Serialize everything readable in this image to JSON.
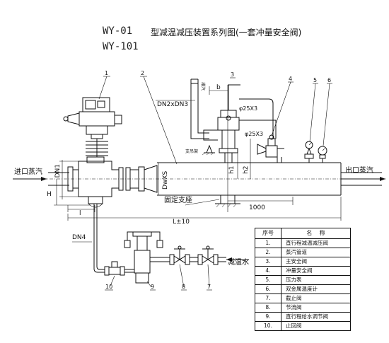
{
  "title": {
    "model_a": "WY-01",
    "model_b": "WY-101",
    "name": "型减温减压装置系列图(一套冲量安全阀)"
  },
  "flows": {
    "inlet": "进口蒸汽",
    "outlet": "出口蒸汽",
    "water": "减温水"
  },
  "dimensions": {
    "dn1": "DN1",
    "dn2dn3": "DN2xDN3",
    "dn4": "DN4",
    "dwxs": "DwXS",
    "h": "H",
    "h1": "h1",
    "h2": "h2",
    "b": "b",
    "l_small": "l",
    "length": "L±10",
    "len_1000": "1000",
    "pipe_a": "φ25X3",
    "pipe_b": "φ25X3",
    "fixed_support": "固定支座",
    "support_frame": "支吊架",
    "tiny_vertical": "排汽"
  },
  "callouts": [
    "1",
    "2",
    "3",
    "4",
    "5",
    "6",
    "7",
    "8",
    "9",
    "10"
  ],
  "parts_table": {
    "headers": [
      "序号",
      "名    称"
    ],
    "rows": [
      {
        "no": "1.",
        "name": "直行程减温减压阀"
      },
      {
        "no": "2.",
        "name": "蒸汽管道"
      },
      {
        "no": "3.",
        "name": "主安全阀"
      },
      {
        "no": "4.",
        "name": "冲量安全阀"
      },
      {
        "no": "5.",
        "name": "压力表"
      },
      {
        "no": "6.",
        "name": "双金属温度计"
      },
      {
        "no": "7.",
        "name": "截止阀"
      },
      {
        "no": "8.",
        "name": "节流阀"
      },
      {
        "no": "9.",
        "name": "直行程给水调节阀"
      },
      {
        "no": "10.",
        "name": "止回阀"
      }
    ]
  }
}
